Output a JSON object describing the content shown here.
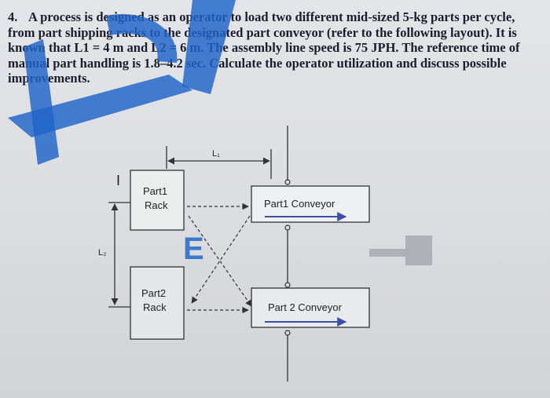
{
  "question": {
    "number": "4.",
    "text": "A process is designed as an operator to load two different mid-sized 5-kg parts per cycle, from part shipping racks to the designated part conveyor (refer to the following layout). It is known that L1 = 4 m and L2 = 6 m. The assembly line speed is 75 JPH. The reference time of manual part handling is 1.8–4.2 sec. Calculate the operator utilization and discuss possible improvements."
  },
  "diagram": {
    "l1_label": "L₁",
    "l2_label": "L₂",
    "operator_label": "I",
    "part1_rack_line1": "Part1",
    "part1_rack_line2": "Rack",
    "part2_rack_line1": "Part2",
    "part2_rack_line2": "Rack",
    "part1_conveyor": "Part1 Conveyor",
    "part2_conveyor": "Part 2 Conveyor"
  },
  "colors": {
    "watermark": "#1e64c8",
    "conveyor_arrow": "#3a4fa8",
    "line": "#333333"
  }
}
